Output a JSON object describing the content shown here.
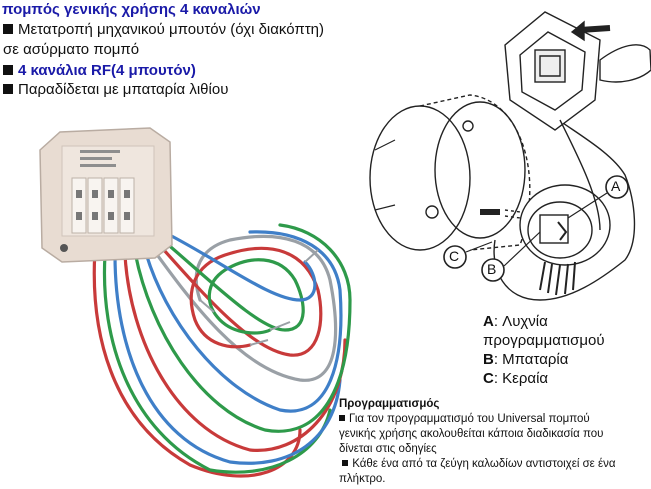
{
  "header": {
    "title": "πομπός γενικής χρήσης 4 καναλιών",
    "bullet1_line1": "Μετατροπή μηχανικού μπουτόν (όχι διακόπτη)",
    "bullet1_line2": "σε ασύρματο πομπό",
    "bullet2": "4 κανάλια RF(4 μπουτόν)",
    "bullet3": "Παραδίδεται με μπαταρία λιθίου"
  },
  "diagram": {
    "label_a": "A",
    "label_b": "B",
    "label_c": "C"
  },
  "legend": {
    "a_key": "A",
    "a_text_line1": ": Λυχνία",
    "a_text_line2": "προγραμματισμού",
    "b_key": "B",
    "b_text": ": Μπαταρία",
    "c_key": "C",
    "c_text": ": Κεραία"
  },
  "programming": {
    "heading": "Προγραμματισμός",
    "p1_line1": "Για τον προγραμματισμό του Universal πομπού",
    "p1_line2": "γενικής χρήσης ακολουθείται κάποια  διαδικασία που",
    "p1_line3": "δίνεται στις οδηγίες",
    "p2_line1": "Κάθε ένα από τα ζεύγη καλωδίων αντιστοιχεί σε ένα",
    "p2_line2": "πλήκτρο."
  },
  "colors": {
    "title_blue": "#1a1aa8",
    "wire_blue": "#3f7fc8",
    "wire_green": "#2e9a4a",
    "wire_red": "#c83a3a",
    "wire_grey": "#9aa0a6",
    "device_body": "#e8dcd2"
  }
}
